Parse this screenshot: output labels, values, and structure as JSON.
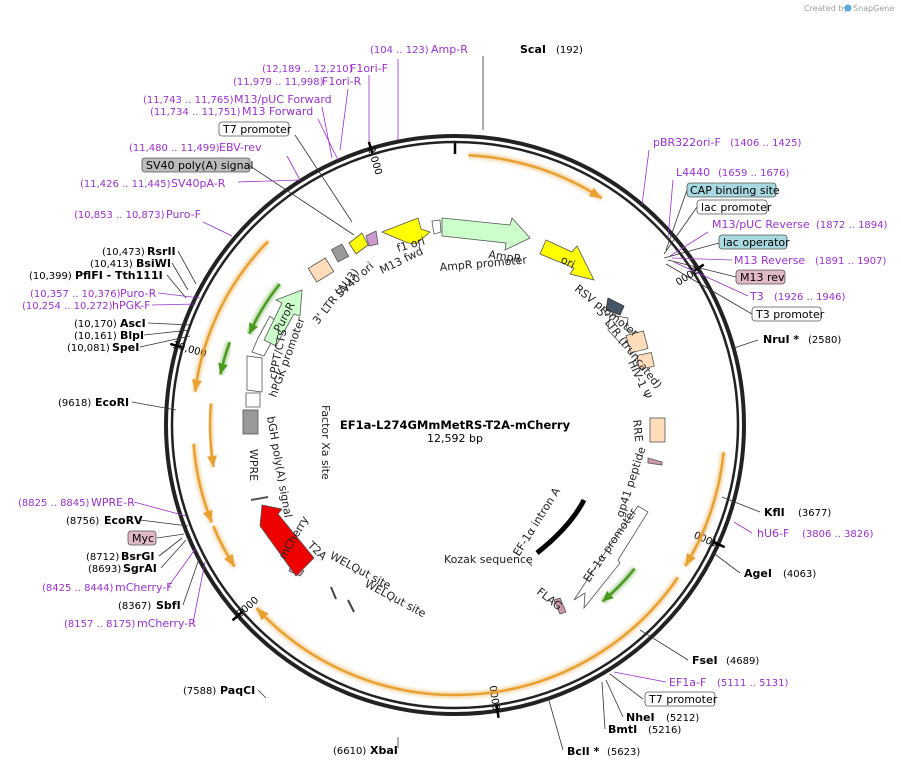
{
  "credit": "Created by",
  "credit_brand": "SnapGene",
  "plasmid": {
    "name": "EF1a-L274GMmMetRS-T2A-mCherry",
    "size_label": "12,592 bp",
    "size": 12592
  },
  "ticks": [
    {
      "label": "2000",
      "pos": 2000
    },
    {
      "label": "4000",
      "pos": 4000
    },
    {
      "label": "6000",
      "pos": 6000
    },
    {
      "label": "8000",
      "pos": 8000
    },
    {
      "label": "10,000",
      "pos": 10000
    },
    {
      "label": "2,000",
      "pos": 12000
    }
  ],
  "right_labels": [
    {
      "name": "pBR322ori-F",
      "coord": "(1406 .. 1425)",
      "type": "primer"
    },
    {
      "name": "L4440",
      "coord": "(1659 .. 1676)",
      "type": "primer"
    },
    {
      "name": "CAP binding site",
      "coord": "",
      "type": "box-teal"
    },
    {
      "name": "lac promoter",
      "coord": "",
      "type": "box-white"
    },
    {
      "name": "M13/pUC Reverse",
      "coord": "(1872 .. 1894)",
      "type": "primer"
    },
    {
      "name": "lac operator",
      "coord": "",
      "type": "box-teal"
    },
    {
      "name": "M13 Reverse",
      "coord": "(1891 .. 1907)",
      "type": "primer"
    },
    {
      "name": "M13 rev",
      "coord": "",
      "type": "box-pink"
    },
    {
      "name": "T3",
      "coord": "(1926 .. 1946)",
      "type": "primer"
    },
    {
      "name": "T3 promoter",
      "coord": "",
      "type": "box-white"
    },
    {
      "name": "NruI *",
      "coord": "(2580)",
      "type": "enzyme"
    },
    {
      "name": "KflI",
      "coord": "(3677)",
      "type": "enzyme"
    },
    {
      "name": "hU6-F",
      "coord": "(3806 .. 3826)",
      "type": "primer"
    },
    {
      "name": "AgeI",
      "coord": "(4063)",
      "type": "enzyme"
    },
    {
      "name": "FseI",
      "coord": "(4689)",
      "type": "enzyme"
    },
    {
      "name": "EF1a-F",
      "coord": "(5111 .. 5131)",
      "type": "primer"
    },
    {
      "name": "T7 promoter",
      "coord": "",
      "type": "box-white"
    },
    {
      "name": "NheI",
      "coord": "(5212)",
      "type": "enzyme"
    },
    {
      "name": "BmtI",
      "coord": "(5216)",
      "type": "enzyme"
    },
    {
      "name": "BclI *",
      "coord": "(5623)",
      "type": "enzyme"
    }
  ],
  "top_labels": [
    {
      "name": "Amp-R",
      "coord": "(104 .. 123)",
      "type": "primer"
    },
    {
      "name": "ScaI",
      "coord": "(192)",
      "type": "enzyme"
    },
    {
      "name": "F1ori-F",
      "coord": "(12,189 .. 12,210)",
      "type": "primer"
    },
    {
      "name": "F1ori-R",
      "coord": "(11,979 .. 11,998)",
      "type": "primer"
    },
    {
      "name": "M13/pUC Forward",
      "coord": "(11,743 .. 11,765)",
      "type": "primer"
    },
    {
      "name": "M13 Forward",
      "coord": "(11,734 .. 11,751)",
      "type": "primer"
    },
    {
      "name": "T7 promoter",
      "coord": "",
      "type": "box-white"
    },
    {
      "name": "EBV-rev",
      "coord": "(11,480 .. 11,499)",
      "type": "primer"
    },
    {
      "name": "SV40 poly(A) signal",
      "coord": "",
      "type": "box-gray"
    },
    {
      "name": "SV40pA-R",
      "coord": "(11,426 .. 11,445)",
      "type": "primer"
    }
  ],
  "left_labels": [
    {
      "name": "Puro-F",
      "coord": "(10,853 .. 10,873)",
      "type": "primer"
    },
    {
      "name": "RsrII",
      "coord": "(10,473)",
      "type": "enzyme"
    },
    {
      "name": "BsiWI",
      "coord": "(10,413)",
      "type": "enzyme"
    },
    {
      "name": "PflFI - Tth111I",
      "coord": "(10,399)",
      "type": "enzyme"
    },
    {
      "name": "Puro-R",
      "coord": "(10,357 .. 10,376)",
      "type": "primer"
    },
    {
      "name": "hPGK-F",
      "coord": "(10,254 .. 10,272)",
      "type": "primer"
    },
    {
      "name": "AscI",
      "coord": "(10,170)",
      "type": "enzyme"
    },
    {
      "name": "BlpI",
      "coord": "(10,161)",
      "type": "enzyme"
    },
    {
      "name": "SpeI",
      "coord": "(10,081)",
      "type": "enzyme"
    },
    {
      "name": "EcoRI",
      "coord": "(9618)",
      "type": "enzyme"
    },
    {
      "name": "WPRE-R",
      "coord": "(8825 .. 8845)",
      "type": "primer"
    },
    {
      "name": "EcoRV",
      "coord": "(8756)",
      "type": "enzyme"
    },
    {
      "name": "Myc",
      "coord": "",
      "type": "box-pink"
    },
    {
      "name": "BsrGI",
      "coord": "(8712)",
      "type": "enzyme"
    },
    {
      "name": "SgrAI",
      "coord": "(8693)",
      "type": "enzyme"
    },
    {
      "name": "mCherry-F",
      "coord": "(8425 .. 8444)",
      "type": "primer"
    },
    {
      "name": "SbfI",
      "coord": "(8367)",
      "type": "enzyme"
    },
    {
      "name": "mCherry-R",
      "coord": "(8157 .. 8175)",
      "type": "primer"
    },
    {
      "name": "PaqCI",
      "coord": "(7588)",
      "type": "enzyme"
    },
    {
      "name": "XbaI",
      "coord": "(6610)",
      "type": "enzyme"
    }
  ],
  "inner_features": [
    {
      "name": "f1 ori",
      "color": "#ffff00"
    },
    {
      "name": "AmpR promoter",
      "color": "#ffffff"
    },
    {
      "name": "AmpR",
      "color": "#ccffcc"
    },
    {
      "name": "ori",
      "color": "#ffff00"
    },
    {
      "name": "RSV promoter",
      "color": "#ffffff"
    },
    {
      "name": "5' LTR (truncated)",
      "color": "#ffddbb"
    },
    {
      "name": "HIV-1 Ψ",
      "color": "#ffddbb"
    },
    {
      "name": "RRE",
      "color": "#ffddbb"
    },
    {
      "name": "gp41 peptide",
      "color": "#cc99aa"
    },
    {
      "name": "EF-1α intron A",
      "color": "#000000"
    },
    {
      "name": "Kozak sequence",
      "color": "#ffffff"
    },
    {
      "name": "EF-1α promoter",
      "color": "#ffffff"
    },
    {
      "name": "FLAG",
      "color": "#cc99aa"
    },
    {
      "name": "WELQut site",
      "color": "#ffffff"
    },
    {
      "name": "WELQut site",
      "color": "#ffffff"
    },
    {
      "name": "T2A",
      "color": "#cc99aa"
    },
    {
      "name": "mCherry",
      "color": "#ee0000"
    },
    {
      "name": "bGH poly(A) signal",
      "color": "#999999"
    },
    {
      "name": "WPRE",
      "color": "#999999"
    },
    {
      "name": "Factor Xa site",
      "color": "#ffffff"
    },
    {
      "name": "cPPT/CTS",
      "color": "#ffffff"
    },
    {
      "name": "hPGK promoter",
      "color": "#ffffff"
    },
    {
      "name": "PuroR",
      "color": "#ccffcc"
    },
    {
      "name": "3' LTR (ΔU3)",
      "color": "#ffddbb"
    },
    {
      "name": "SV40 ori",
      "color": "#ffff00"
    },
    {
      "name": "M13 fwd",
      "color": "#ffffff"
    }
  ],
  "colors": {
    "backbone": "#222222",
    "primer": "#9933cc",
    "orf_orange": "#e8a030",
    "orf_green": "#4a9a20",
    "teal_box": "#a8d8e0",
    "pink_box": "#e0b8c8",
    "gray_box": "#bbbbbb"
  }
}
